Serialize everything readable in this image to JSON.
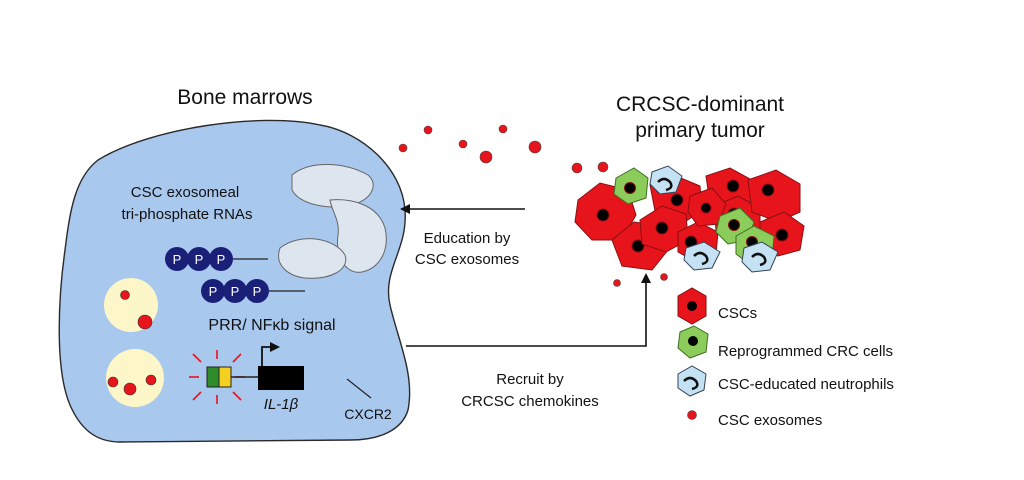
{
  "bone_marrow": {
    "title": "Bone marrows",
    "rna_line1": "CSC exosomeal",
    "rna_line2": "tri-phosphate RNAs",
    "p_letter": "P",
    "signal": "PRR/ NFκb signal",
    "gene": "IL-1β",
    "receptor": "CXCR2"
  },
  "tumor": {
    "title_line1": "CRCSC-dominant",
    "title_line2": "primary tumor"
  },
  "arrows": {
    "education_line1": "Education by",
    "education_line2": "CSC exosomes",
    "recruit_line1": "Recruit by",
    "recruit_line2": "CRCSC chemokines"
  },
  "legend": {
    "csc": "CSCs",
    "reprogrammed": "Reprogrammed  CRC cells",
    "neutrophils": "CSC-educated neutrophils",
    "exosomes": "CSC exosomes"
  },
  "colors": {
    "marrow_fill": "#a9c8ee",
    "csc_red": "#e8141b",
    "reprogrammed_green": "#8ccc5a",
    "neutrophil_blue": "#c5e2f5",
    "p_circle_navy": "#1a1f78",
    "vesicle_yellow": "#fdf6c8"
  }
}
